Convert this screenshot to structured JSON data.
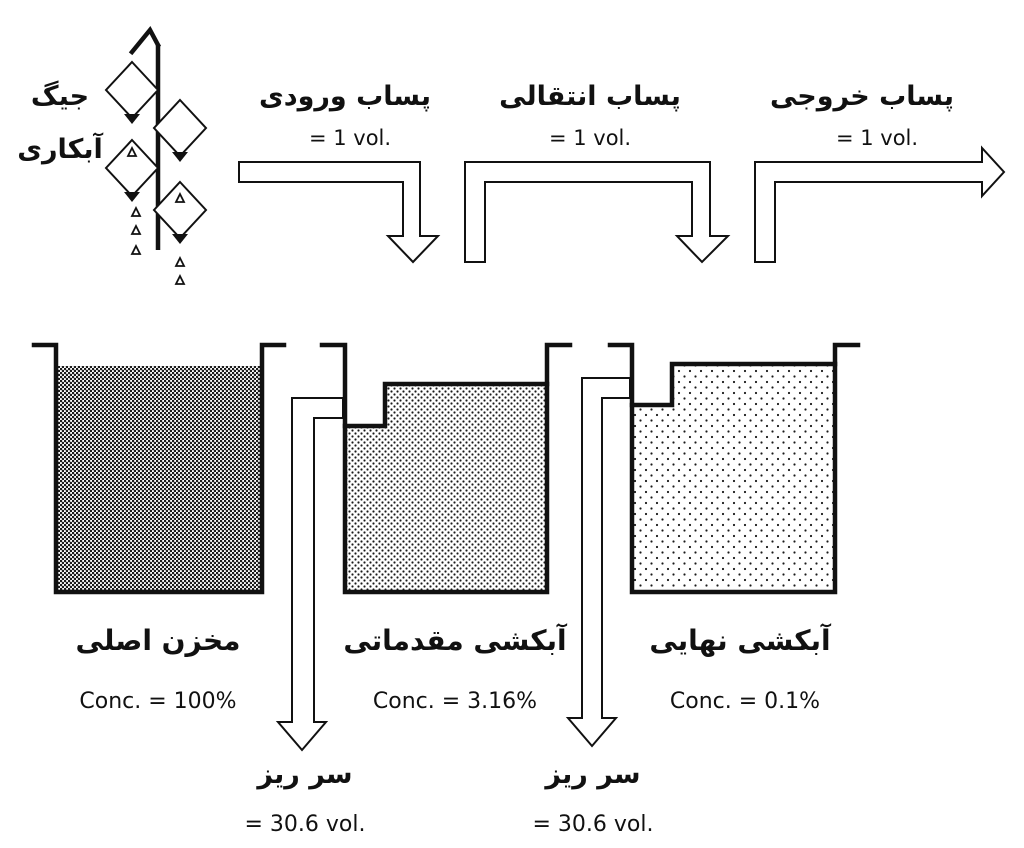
{
  "jig": {
    "label_line1": "جیگ",
    "label_line2": "آبکاری"
  },
  "flows": [
    {
      "title": "پساب ورودی",
      "volume": "= 1 vol."
    },
    {
      "title": "پساب انتقالی",
      "volume": "= 1 vol."
    },
    {
      "title": "پساب خروجی",
      "volume": "= 1 vol."
    }
  ],
  "tanks": [
    {
      "name": "مخزن اصلی",
      "conc": "Conc.  = 100%"
    },
    {
      "name": "آبکشی مقدماتی",
      "conc": "Conc.  = 3.16%"
    },
    {
      "name": "آبکشی نهایی",
      "conc": "Conc.  = 0.1%"
    }
  ],
  "overflows": [
    {
      "title": "سر ریز",
      "volume": "= 30.6 vol."
    },
    {
      "title": "سر ریز",
      "volume": "= 30.6 vol."
    }
  ]
}
